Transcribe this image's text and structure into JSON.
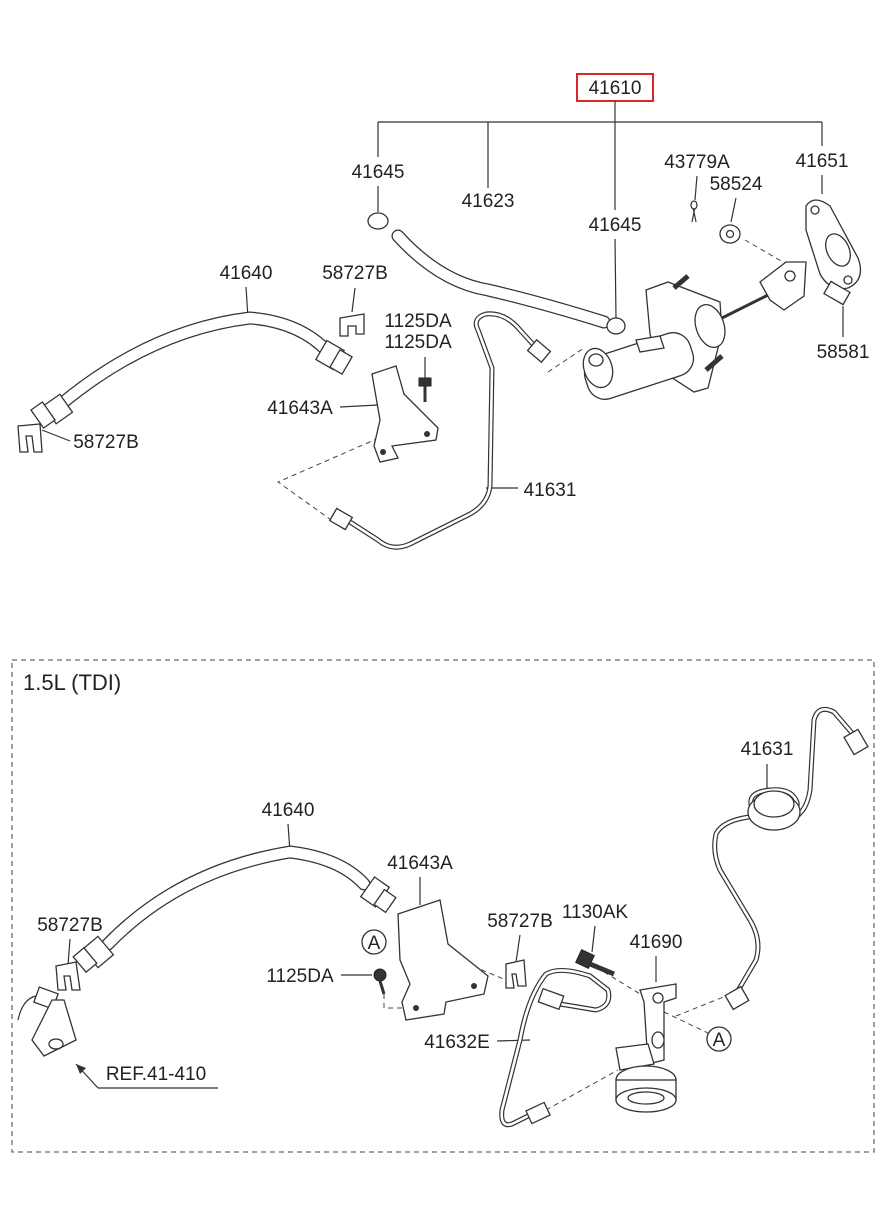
{
  "main_assembly": {
    "top_part_number": "41610",
    "highlight_color": "#d9262c",
    "labels": {
      "clamp_left": "41645",
      "reservoir_hose": "41623",
      "clamp_right": "41645",
      "split_pin": "43779A",
      "washer": "58524",
      "gasket": "41651",
      "clutch_hose": "41640",
      "clip_upper": "58727B",
      "bolt_a": "1125DA",
      "bolt_b": "1125DA",
      "bracket": "41643A",
      "clip_lower": "58727B",
      "clutch_pipe": "41631",
      "pin": "58581"
    }
  },
  "variant": {
    "title": "1.5L (TDI)",
    "labels": {
      "clutch_pipe": "41631",
      "clutch_hose": "41640",
      "bracket": "41643A",
      "clip_left": "58727B",
      "clip_right": "58727B",
      "bolt_1130": "1130AK",
      "master_cylinder": "41690",
      "bolt_1125": "1125DA",
      "tube": "41632E",
      "reference": "REF.41-410",
      "marker_a": "A",
      "marker_b": "A"
    }
  }
}
